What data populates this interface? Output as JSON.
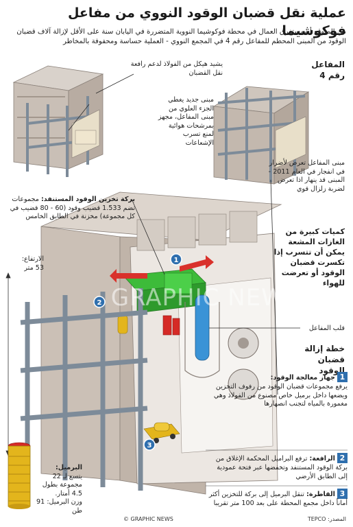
{
  "title": "عملية نقل قضبان الوقود النووي من مفاعل فوكوشيما",
  "subtitle": "من المتوقع أن يستغرق العمال في محطة فوكوشيما النووية المتضررة في اليابان سنة على الأقل لإزالة آلاف قضبان الوقود من المبنى المحطم للمفاعل رقم 4 في المجمع النووي - العملية حساسة ومحفوفة بالمخاطر",
  "reactor_label": "المفاعل رقم 4",
  "notes": {
    "steel_frame": "يشيد هيكل من الفولاذ لدعم رافعة نقل القضبان",
    "new_building": "مبنى جديد يغطي الجزء العلوي من مبنى المفاعل، مجهز بمرشحات هوائية لمنع تسرب الإشعاعات",
    "damaged_building": "مبنى المفاعل تعرض لأضرار في انفجار في العام 2011 - المبنى قد ينهار اذا تعرض لضربة زلزال قوي",
    "pool_title": "بركة تخزين الوقود المستنفد:",
    "pool_text": "مجموعات تضم 1.533 قضيب وقود (60 - 80 قضيب في كل مجموعة) مخزنة في الطابق الخامس",
    "height_label": "الارتفاع:",
    "height_value": "53 متر",
    "gas_warning": "كميات كبيرة من الغازات المشعة يمكن أن تتسرب إذا تكسرت قضبان الوقود أو تعرضت للهواء",
    "reactor_core": "قلب المفاعل",
    "plan_title": "خطة إزالة قضبان الوقود"
  },
  "steps": [
    {
      "num": "1",
      "title": "جهاز معالجة الوقود:",
      "text": "يرفع مجموعات قضبان الوقود من رفوف التخزين ويضعها داخل برميل خاص مصنوع من الفولاذ وهي مغمورة بالمياه لتجنب انصهارها"
    },
    {
      "num": "2",
      "title": "الرافعة:",
      "text": "ترفع البراميل المحكمة الإغلاق من بركة الوقود المستنفد وتخفضها عبر فتحة عمودية إلى الطابق الأرضي"
    },
    {
      "num": "3",
      "title": "القاطرة:",
      "text": "تنقل البرميل إلى بركة للتخزين أكثر أماناً داخل مجمع المحطة على بعد 100 متر تقريبا"
    }
  ],
  "cask": {
    "title": "البرميل:",
    "capacity": "يتسع لـ 22 مجموعة بطول 4.5 أمتار.",
    "weight": "وزن البرميل: 91 طن"
  },
  "source": "المصدر: TEPCO",
  "credit": "© GRAPHIC NEWS",
  "watermark": "GRAPHIC NEWS",
  "colors": {
    "pool": "#3dbb3a",
    "step_badge": "#2f6fae",
    "cask": "#e3b51c",
    "water": "#3a93d6"
  }
}
